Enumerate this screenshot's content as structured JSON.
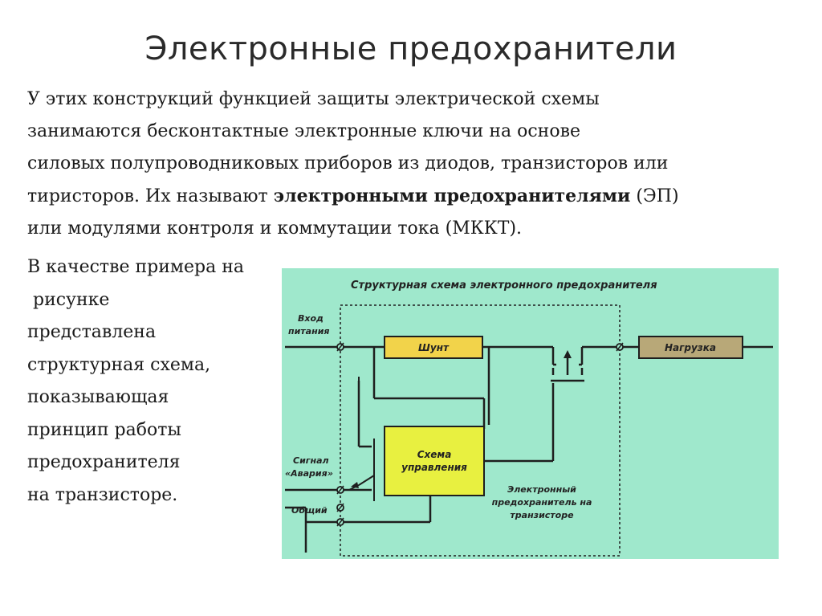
{
  "title": "Электронные предохранители",
  "paragraph": {
    "line1": "У этих конструкций функцией защиты электрической схемы",
    "line2": "занимаются бесконтактные электронные ключи на основе",
    "line3": "силовых полупроводниковых приборов из диодов, транзисторов или",
    "line4_prefix": "тиристоров. Их называют ",
    "line4_bold": "электронными предохранителями",
    "line4_suffix": " (ЭП)",
    "line5": "или модулями контроля и коммутации тока (МККТ)."
  },
  "left_text": [
    "В качестве примера на",
    " рисунке",
    "представлена",
    "структурная схема,",
    "показывающая",
    "принцип работы",
    "предохранителя",
    "на транзисторе."
  ],
  "diagram": {
    "title": "Структурная схема электронного предохранителя",
    "input_label_1": "Вход",
    "input_label_2": "питания",
    "shunt": "Шунт",
    "load": "Нагрузка",
    "control_1": "Схема",
    "control_2": "управления",
    "signal_1": "Сигнал",
    "signal_2": "«Авария»",
    "common": "Общий",
    "fuse_1": "Электронный",
    "fuse_2": "предохранитель на",
    "fuse_3": "транзисторе",
    "colors": {
      "background": "#9fe8cc",
      "shunt": "#f2d34a",
      "load": "#b8a878",
      "control": "#e8f040",
      "line": "#1e1e1e"
    }
  }
}
